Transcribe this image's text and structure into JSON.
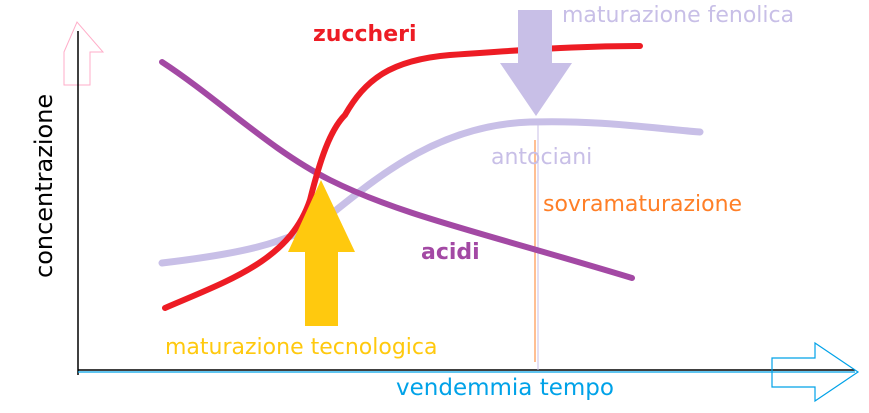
{
  "axes": {
    "y_label": "concentrazione",
    "x_label": "vendemmia tempo"
  },
  "curves": {
    "sugars": "zuccheri",
    "acids": "acidi",
    "anthocyanins": "antociani"
  },
  "annotations": {
    "technological_ripeness": "maturazione tecnologica",
    "phenolic_ripeness": "maturazione fenolica",
    "overripening": "sovramaturazione"
  },
  "colors": {
    "sugars": "#ed1c24",
    "acids": "#a349a4",
    "anthocyanins": "#c8bfe7",
    "technological": "#ffc90e",
    "overripe": "#ff7f27",
    "time": "#00a2e8",
    "y_arrow": "#ffaec9"
  }
}
